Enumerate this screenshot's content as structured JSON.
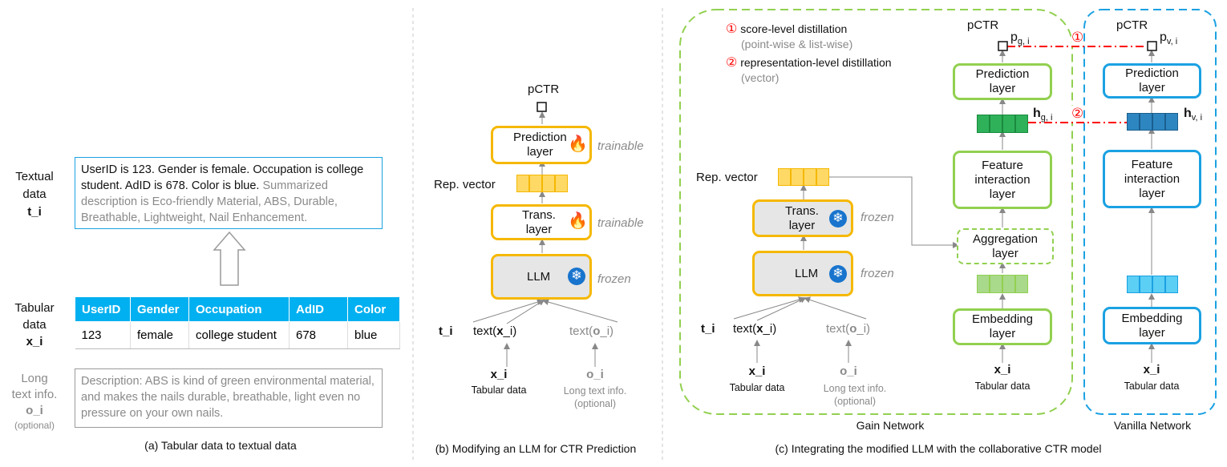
{
  "panel_a": {
    "textual_label_1": "Textual",
    "textual_label_2": "data",
    "textual_var": "t_i",
    "textual_black": "UserID is 123. Gender is female. Occupation is college student. AdID is 678. Color is blue.",
    "textual_gray": "Summarized description is Eco-friendly Material, ABS, Durable, Breathable, Lightweight, Nail Enhancement.",
    "tabular_label_1": "Tabular",
    "tabular_label_2": "data",
    "tabular_var": "x_i",
    "table_headers": [
      "UserID",
      "Gender",
      "Occupation",
      "AdID",
      "Color"
    ],
    "table_row": [
      "123",
      "female",
      "college student",
      "678",
      "blue"
    ],
    "long_label_1": "Long",
    "long_label_2": "text info.",
    "long_var": "o_i",
    "long_optional": "(optional)",
    "long_text": "Description: ABS is kind of green environmental material, and makes the nails durable, breathable, light even no pressure on your own nails.",
    "caption": "(a) Tabular data to textual data"
  },
  "panel_b": {
    "pctr": "pCTR",
    "prediction_1": "Prediction",
    "prediction_2": "layer",
    "trainable_1": "trainable",
    "rep_vector": "Rep. vector",
    "trans_1": "Trans.",
    "trans_2": "layer",
    "trainable_2": "trainable",
    "llm": "LLM",
    "frozen": "frozen",
    "t_i": "t_i",
    "text_x_pre": "text(",
    "text_x_var": "x",
    "text_x_post": "_i)",
    "text_o_pre": "text(",
    "text_o_var": "o",
    "text_o_post": "_i)",
    "x_i": "x_i",
    "tabular_data": "Tabular data",
    "o_i": "o_i",
    "long_text_1": "Long text info.",
    "long_text_2": "(optional)",
    "caption": "(b) Modifying an LLM for CTR Prediction"
  },
  "panel_c": {
    "legend_1_num": "①",
    "legend_1": "score-level distillation",
    "legend_1_sub": "(point-wise & list-wise)",
    "legend_2_num": "②",
    "legend_2": "representation-level distillation",
    "legend_2_sub": "(vector)",
    "rep_vector": "Rep. vector",
    "trans_1": "Trans.",
    "trans_2": "layer",
    "frozen_1": "frozen",
    "llm": "LLM",
    "frozen_2": "frozen",
    "t_i": "t_i",
    "text_x_pre": "text(",
    "text_x_var": "x",
    "text_x_post": "_i)",
    "text_o_pre": "text(",
    "text_o_var": "o",
    "text_o_post": "_i)",
    "x_i": "x_i",
    "tabular_data": "Tabular data",
    "o_i": "o_i",
    "long_text_1": "Long text info.",
    "long_text_2": "(optional)",
    "gain": {
      "pctr": "pCTR",
      "p_label": "p",
      "p_sub": "g, i",
      "h_label": "h",
      "h_sub": "g, i",
      "prediction_1": "Prediction",
      "prediction_2": "layer",
      "feature_1": "Feature",
      "feature_2": "interaction",
      "feature_3": "layer",
      "aggregation_1": "Aggregation",
      "aggregation_2": "layer",
      "embedding_1": "Embedding",
      "embedding_2": "layer",
      "x_i": "x_i",
      "tabular_data": "Tabular data",
      "network_name": "Gain Network"
    },
    "vanilla": {
      "pctr": "pCTR",
      "p_label": "p",
      "p_sub": "v, i",
      "h_label": "h",
      "h_sub": "v, i",
      "prediction_1": "Prediction",
      "prediction_2": "layer",
      "feature_1": "Feature",
      "feature_2": "interaction",
      "feature_3": "layer",
      "embedding_1": "Embedding",
      "embedding_2": "layer",
      "x_i": "x_i",
      "tabular_data": "Tabular data",
      "network_name": "Vanilla Network"
    },
    "mark_1": "①",
    "mark_2": "②",
    "caption": "(c) Integrating the modified LLM with the collaborative CTR model"
  },
  "colors": {
    "yellow": "#f5b800",
    "green": "#92d050",
    "blue": "#1ba1e2",
    "red": "#ff0000",
    "table_header": "#00b0f0"
  },
  "icons": [
    "fire-icon",
    "snowflake-icon"
  ]
}
